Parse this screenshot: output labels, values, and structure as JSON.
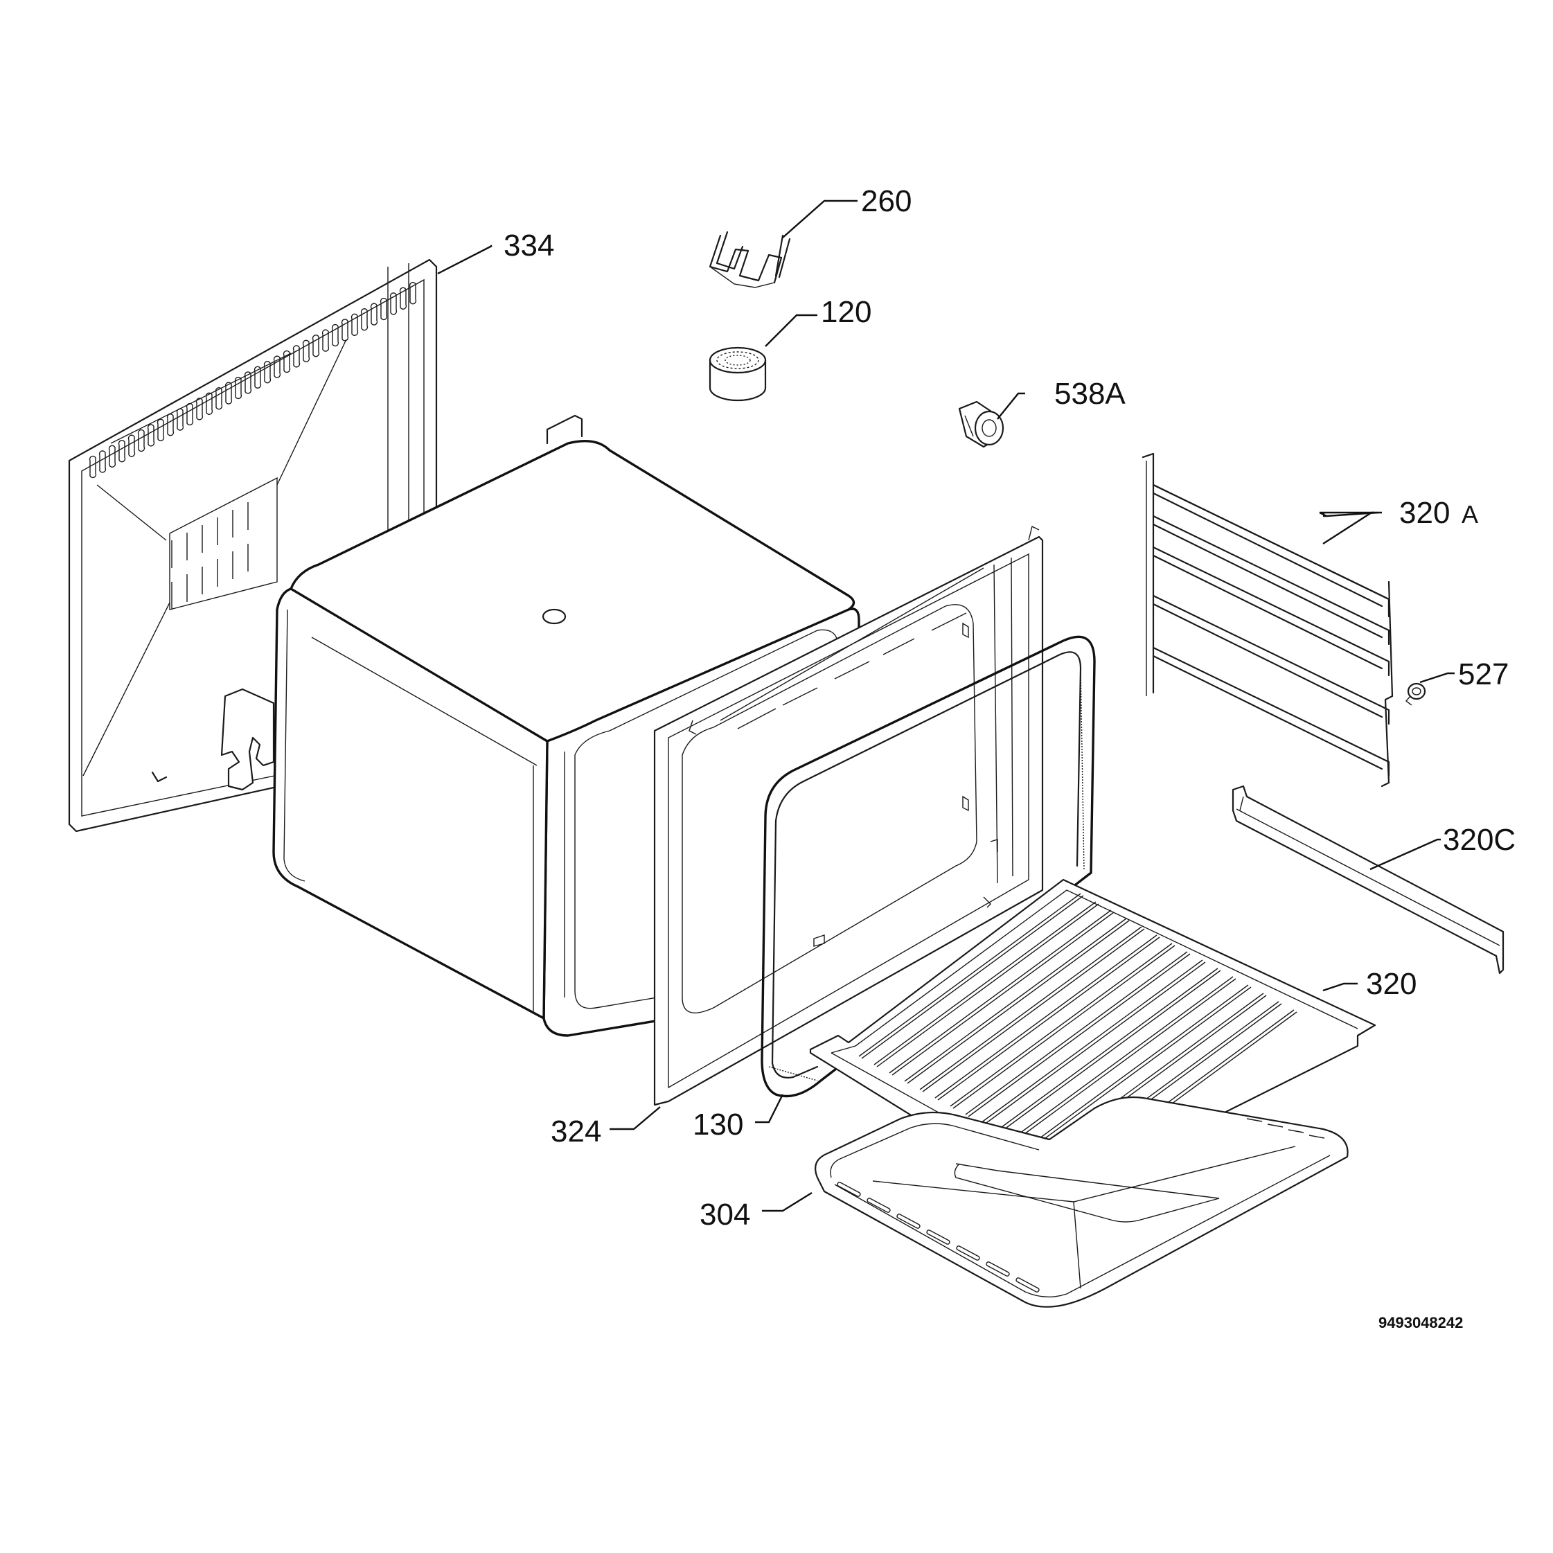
{
  "labels": {
    "p260": "260",
    "p334": "334",
    "p120": "120",
    "p538a": "538A",
    "p320a_num": "320",
    "p320a_suffix": "A",
    "p527": "527",
    "p320c": "320C",
    "p320": "320",
    "p324": "324",
    "p130": "130",
    "p304": "304"
  },
  "drawing_code": "9493048242",
  "colors": {
    "line": "#1a1a1a",
    "background": "#ffffff"
  }
}
